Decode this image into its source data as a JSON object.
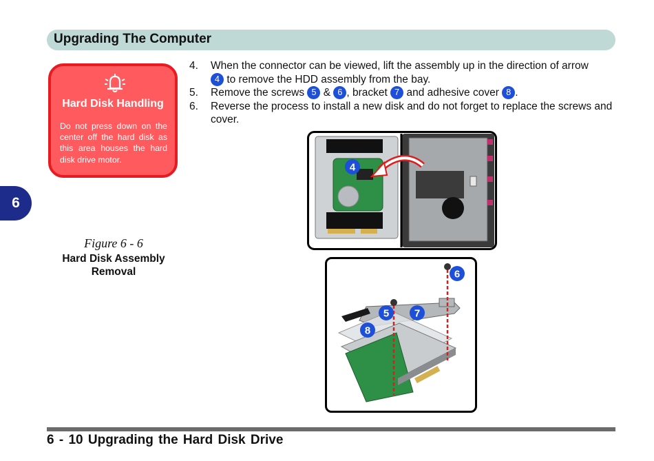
{
  "header": {
    "title": "Upgrading The Computer"
  },
  "chapter_tab": "6",
  "warning": {
    "icon": "bell-icon",
    "title": "Hard Disk Handling",
    "text": "Do not press down on the center off the hard disk as this area houses the hard disk drive motor."
  },
  "steps": [
    {
      "number": "4.",
      "text_before": "When the connector can be viewed, lift the assembly up in the direction of arrow",
      "badge": "4",
      "text_after": "to remove the HDD assembly from the bay."
    },
    {
      "number": "5.",
      "text_a": "Remove the screws",
      "badge_a": "5",
      "text_b": "&",
      "badge_b": "6",
      "text_c": ", bracket",
      "badge_c": "7",
      "text_d": "and adhesive cover",
      "badge_d": "8",
      "text_e": "."
    },
    {
      "number": "6.",
      "text": "Reverse the process to install a new disk and do not forget to replace the screws and cover."
    }
  ],
  "figure": {
    "number": "Figure 6 - 6",
    "title": "Hard Disk Assembly Removal"
  },
  "image_labels": {
    "arrow": "4",
    "screw_a": "5",
    "screw_b": "6",
    "bracket": "7",
    "cover": "8"
  },
  "footer": {
    "text": "6 - 10 Upgrading the Hard Disk Drive"
  },
  "colors": {
    "header_bg": "#bfd9d6",
    "warning_bg": "#ff5a5e",
    "warning_border": "#e81b22",
    "badge": "#1d4fd8",
    "tab": "#1d2b8a"
  }
}
